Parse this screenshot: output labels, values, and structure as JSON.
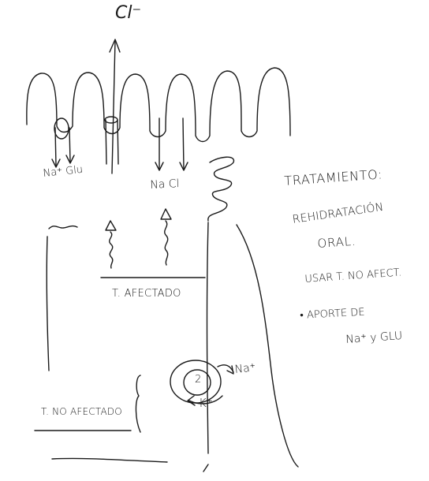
{
  "labels": {
    "chloride_out": "Cl⁻",
    "na_glu": "Na⁺ Glu",
    "na_cl": "Na Cl",
    "affected_transport": "T. AFECTADO",
    "not_affected_transport": "T. NO AFECTADO",
    "sodium_pump": "Na⁺",
    "potassium_pump": "K⁺",
    "pump_symbol": "2"
  },
  "treatment": {
    "line1": "TRATAMIENTO:",
    "line2": "REHIDRATACIÓN",
    "line3": "ORAL.",
    "line4": "USAR T. NO AFECT.",
    "line5": "• APORTE DE",
    "line6": "Na⁺ y GLU"
  }
}
